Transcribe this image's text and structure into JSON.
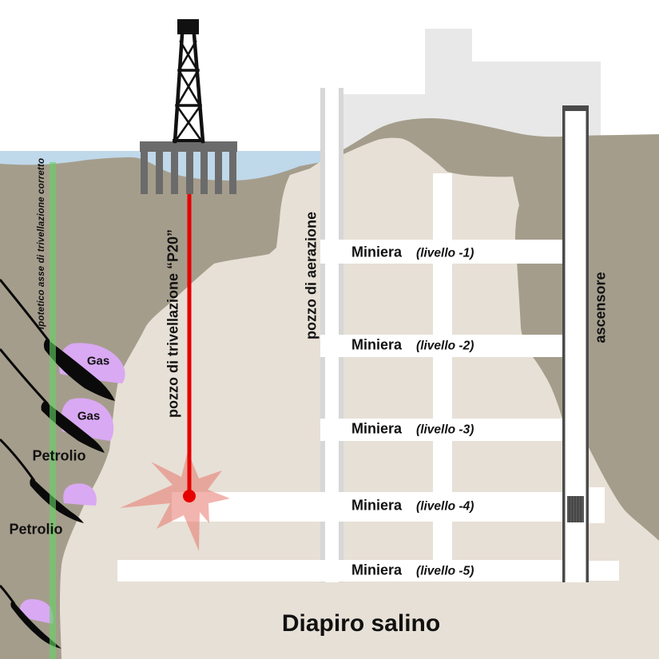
{
  "diagram": {
    "title": "Diapiro salino",
    "labels": {
      "correct_axis": "ipotetico asse di trivellazione corretto",
      "drill_well": "pozzo di trivellazione “P20”",
      "vent_shaft": "pozzo di aerazione",
      "elevator": "ascensore",
      "gas_1": "Gas",
      "gas_2": "Gas",
      "oil_1": "Petrolio",
      "oil_2": "Petrolio"
    },
    "mine": {
      "levels": [
        {
          "name": "Miniera",
          "level": "(livello -1)"
        },
        {
          "name": "Miniera",
          "level": "(livello -2)"
        },
        {
          "name": "Miniera",
          "level": "(livello -3)"
        },
        {
          "name": "Miniera",
          "level": "(livello -4)"
        },
        {
          "name": "Miniera",
          "level": "(livello -5)"
        }
      ]
    },
    "colors": {
      "sky": "#FFFFFF",
      "water": "#BFD8EA",
      "ground_rock": "#A59D8C",
      "salt_dome": "#E7E0D6",
      "surface_silhouette": "#E8E8E8",
      "gas_oil_pocket": "#D9A9F3",
      "strata": "#0A0A0A",
      "correct_axis_line": "#64D264",
      "drill_line": "#E60000",
      "explosion": "#E7766C",
      "platform": "#6B6B6B",
      "vent_shaft_wall": "#D7D7D7",
      "elevator_wall": "#4A4A4A",
      "tunnel": "#FFFFFF"
    }
  }
}
